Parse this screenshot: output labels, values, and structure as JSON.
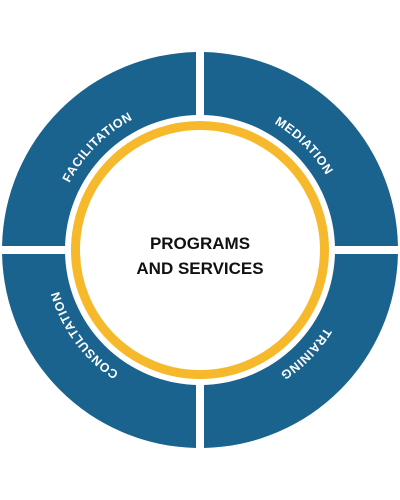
{
  "center": {
    "line1": "PROGRAMS",
    "line2": "AND SERVICES"
  },
  "segments": [
    {
      "label": "FACILITATION"
    },
    {
      "label": "MEDIATION"
    },
    {
      "label": "TRAINING"
    },
    {
      "label": "CONSULTATION"
    }
  ],
  "colors": {
    "segment": "#1b638f",
    "ring": "#f6b92b",
    "center_fill": "#ffffff",
    "text_light": "#ffffff",
    "text_dark": "#111111"
  }
}
